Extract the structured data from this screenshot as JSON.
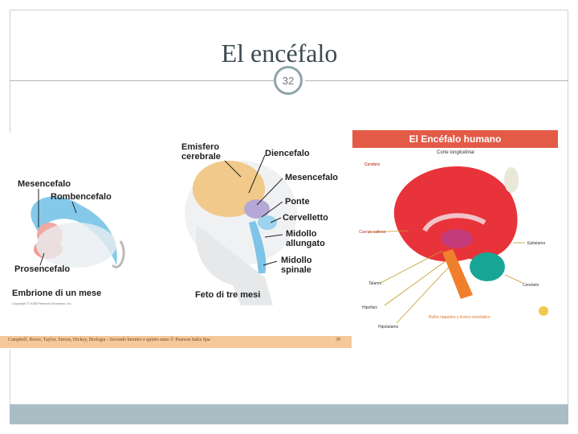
{
  "slide": {
    "title": "El encéfalo",
    "page_number": "32"
  },
  "left_figure": {
    "labels": {
      "emisfero": "Emisfero\ncerebrale",
      "diencefalo": "Diencefalo",
      "mesencefalo_left": "Mesencefalo",
      "rombencefalo": "Rombencefalo",
      "mesencefalo_right": "Mesencefalo",
      "ponte": "Ponte",
      "cervelletto": "Cervelletto",
      "midollo_allungato": "Midollo\nallungato",
      "prosencefalo": "Prosencefalo",
      "midollo_spinale": "Midollo\nspinale",
      "embrione": "Embrione di un mese",
      "feto": "Feto di tre mesi"
    },
    "copyright": "Copyright © 2008 Pearson Education, Inc.",
    "citation": "Campbell, Reece, Taylor, Simon, Dickey, Biologia - Secondo biennio e quinto anno © Pearson Italia Spa",
    "citation_page": "39"
  },
  "right_figure": {
    "header": "El Encéfalo humano",
    "subtitle": "Corte longitudinal",
    "labels": {
      "cerebro": "Cerebro",
      "cuerpo_calloso": "Cuerpo calloso",
      "epitalamo": "Epitalamo",
      "cerebelo": "Cerebelo",
      "talamo": "Talamo",
      "hipotalamo": "Hipotalamo",
      "hipofisis": "Hipofisis",
      "bulbo": "Bulbo raquideo y tronco encefalico"
    }
  },
  "colors": {
    "frame": "#c9d3d6",
    "bottom_bar": "#a9bec4",
    "header_red": "#e35a47",
    "caption_strip": "#f6c89a"
  }
}
